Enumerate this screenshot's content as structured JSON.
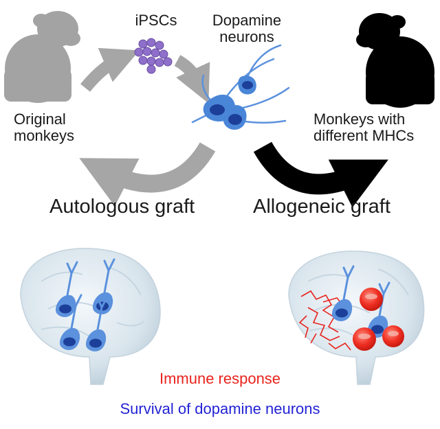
{
  "labels": {
    "ipscs": "iPSCs",
    "dopamine_line1": "Dopamine",
    "dopamine_line2": "neurons",
    "original_line1": "Original",
    "original_line2": "monkeys",
    "mhc_line1": "Monkeys with",
    "mhc_line2": "different MHCs",
    "autologous": "Autologous graft",
    "allogeneic": "Allogeneic graft",
    "immune": "Immune response",
    "survival": "Survival of dopamine neurons"
  },
  "colors": {
    "gray_monkey": "#a3a3a3",
    "black_monkey": "#000000",
    "gray_arrow": "#a6a6a6",
    "black_arrow": "#000000",
    "neuron": "#4a86d8",
    "neuron_nucleus": "#1c3f9a",
    "ipsc": "#8e6fc9",
    "immune_cell": "#ef2f23",
    "brain": "#dde8ef",
    "immune_text": "#e8231d",
    "survival_text": "#2323d6"
  },
  "icons": [
    "gray-monkey-silhouette",
    "black-monkey-silhouette",
    "ipsc-cluster",
    "dopamine-neuron",
    "brain-left",
    "brain-right",
    "immune-cell"
  ]
}
